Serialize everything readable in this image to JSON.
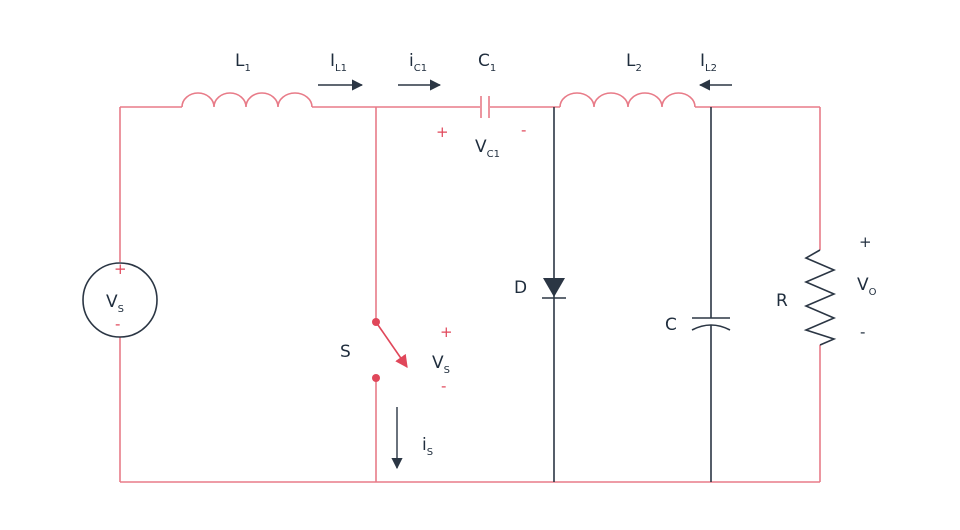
{
  "colors": {
    "wire": "#e87b88",
    "component_dark": "#2b3644",
    "node_red": "#e0475a",
    "text": "#1f2d3d"
  },
  "labels": {
    "L1": {
      "main": "L",
      "sub": "1"
    },
    "IL1": {
      "main": "I",
      "sub": "L1"
    },
    "iC1": {
      "main": "i",
      "sub": "C1"
    },
    "C1": {
      "main": "C",
      "sub": "1"
    },
    "L2": {
      "main": "L",
      "sub": "2"
    },
    "IL2": {
      "main": "I",
      "sub": "L2"
    },
    "VC1": {
      "main": "V",
      "sub": "C1"
    },
    "VC1_plus": "+",
    "VC1_minus": "-",
    "Vs_source": {
      "main": "V",
      "sub": "S"
    },
    "Vs_plus": "+",
    "Vs_minus": "-",
    "S": "S",
    "Vs_switch": {
      "main": "V",
      "sub": "S"
    },
    "Vsw_plus": "+",
    "Vsw_minus": "-",
    "is": {
      "main": "i",
      "sub": "S"
    },
    "D": "D",
    "C": "C",
    "R": "R",
    "Vo": {
      "main": "V",
      "sub": "O"
    },
    "Vo_plus": "+",
    "Vo_minus": "-"
  }
}
